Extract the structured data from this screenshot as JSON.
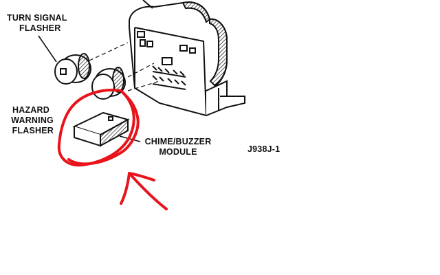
{
  "labels": {
    "turn_signal_flasher": [
      "TURN SIGNAL",
      "FLASHER"
    ],
    "hazard_warning_flasher": [
      "HAZARD",
      "WARNING",
      "FLASHER"
    ],
    "chime_buzzer_module": [
      "CHIME/BUZZER",
      "MODULE"
    ],
    "figure_id": "J938J-1"
  },
  "colors": {
    "line_art": "#111111",
    "annotation": "#e8131b",
    "background": "#ffffff"
  }
}
